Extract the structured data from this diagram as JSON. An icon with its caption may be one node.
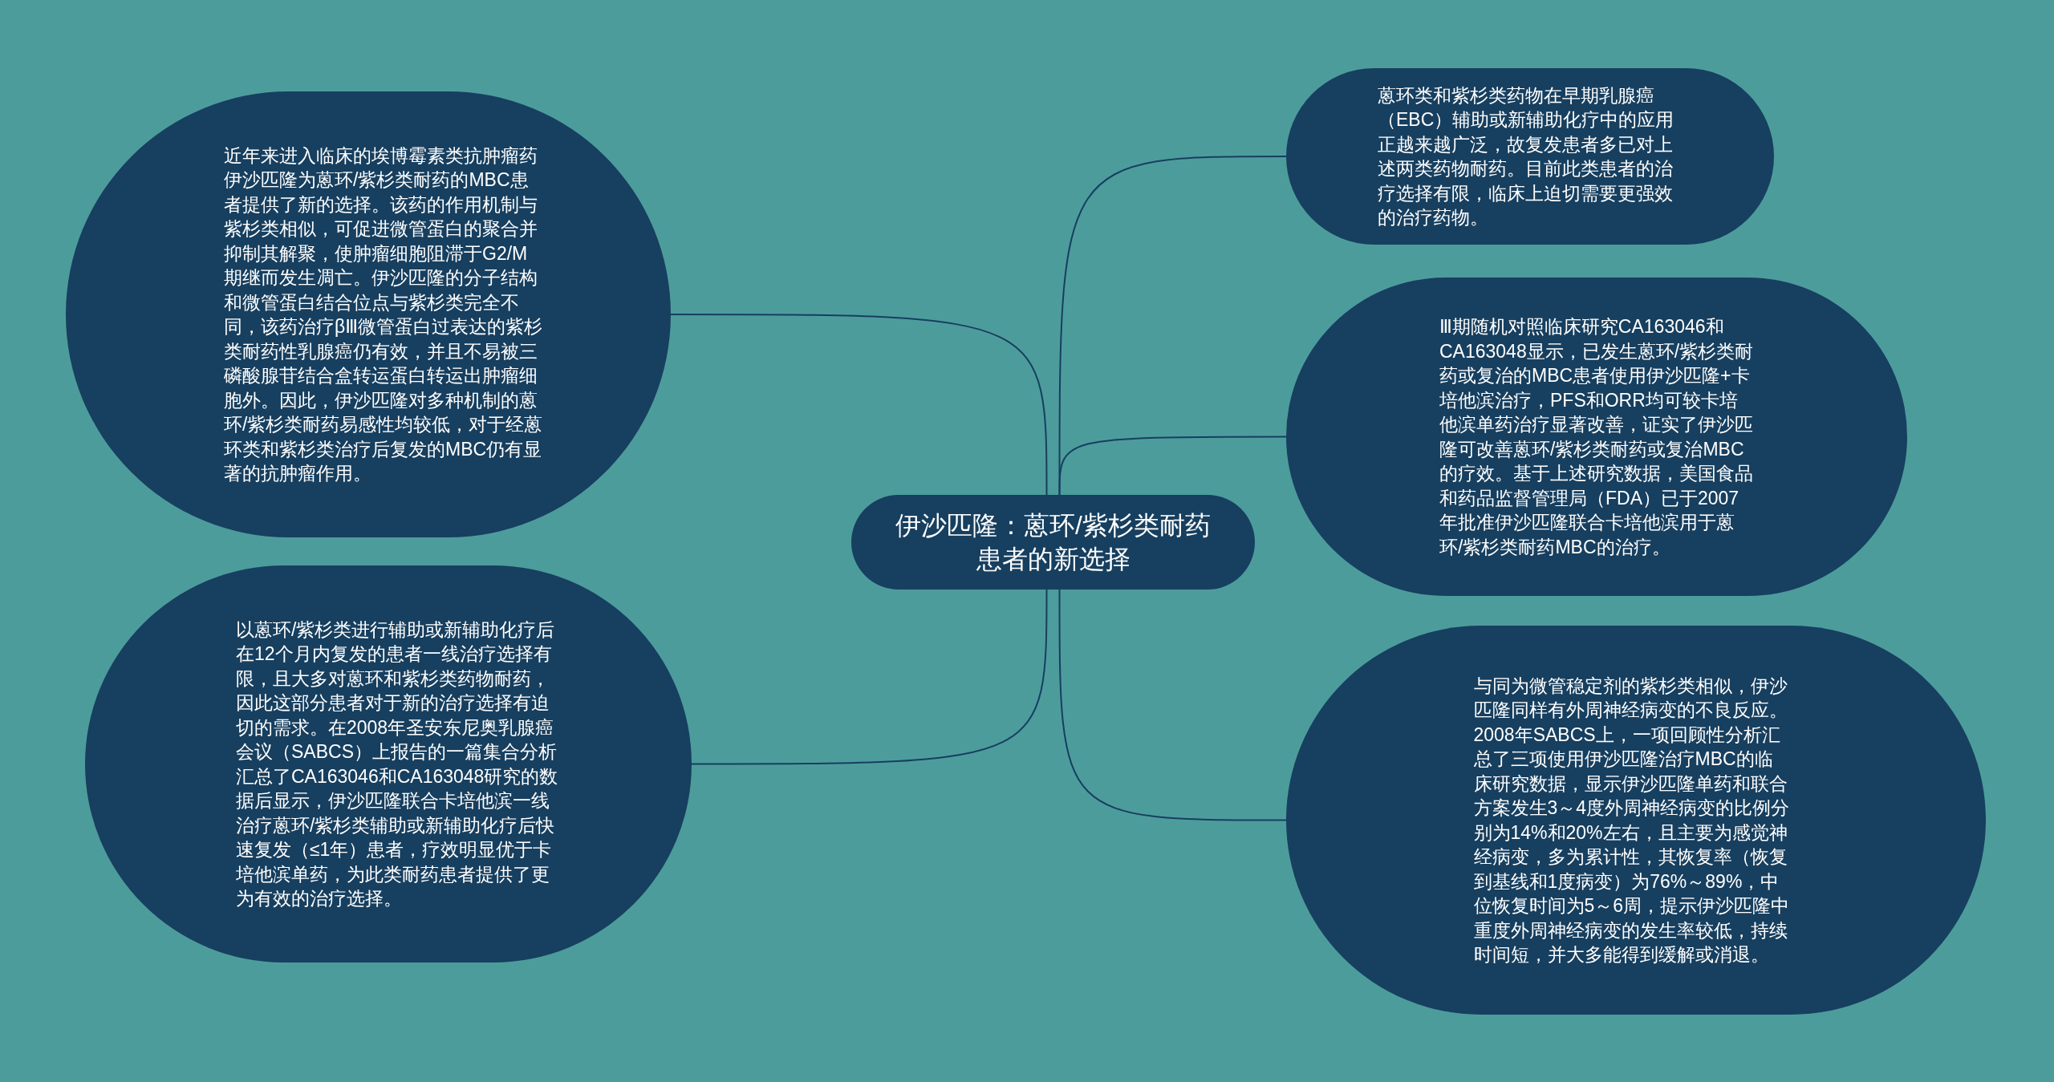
{
  "diagram": {
    "nodes": [
      {
        "text": [
          "伊沙匹隆：蒽环/紫杉类耐药患者的新选择"
        ]
      },
      {
        "text": [
          "近年来进入临床的埃博霉素类抗肿瘤药伊沙匹隆为蒽环/紫杉类耐药的MBC患者提供了新的选择。该药的作用机制与紫杉类相似，可促进微管蛋白的聚合并抑制其解聚，使肿瘤细胞阻滞于G2/M期继而发生凋亡。伊沙匹隆的分子结构和微管蛋白结合位点与紫杉类完全不同，该药治疗βⅢ微管蛋白过表达的紫杉类耐药性乳腺癌仍有效，并且不易被三磷酸腺苷结合盒转运蛋白转运出肿瘤细胞外。因此，伊沙匹隆对多种机制的蒽环/紫杉类耐药易感性均较低，对于经蒽环类和紫杉类治疗后复发的MBC仍有显著的抗肿瘤作用。"
        ]
      },
      {
        "text": [
          "以蒽环/紫杉类进行辅助或新辅助化疗后在12个月内复发的患者一线治疗选择有限，且大多对蒽环和紫杉类药物耐药，因此这部分患者对于新的治疗选择有迫切的需求。在2008年圣安东尼奥乳腺癌会议（SABCS）上报告的一篇集合分析汇总了CA163046和CA163048研究的数据后显示，伊沙匹隆联合卡培他滨一线治疗蒽环/紫杉类辅助或新辅助化疗后快速复发（≤1年）患者，疗效明显优于卡培他滨单药，为此类耐药患者提供了更为有效的治疗选择。"
        ]
      },
      {
        "text": [
          "蒽环类和紫杉类药物在早期乳腺癌（EBC）辅助或新辅助化疗中的应用正越来越广泛，故复发患者多已对上述两类药物耐药。目前此类患者的治疗选择有限，临床上迫切需要更强效的治疗药物。"
        ]
      },
      {
        "text": [
          "Ⅲ期随机对照临床研究CA163046和CA163048显示，已发生蒽环/紫杉类耐药或复治的MBC患者使用伊沙匹隆+卡培他滨治疗，PFS和ORR均可较卡培他滨单药治疗显著改善，证实了伊沙匹隆可改善蒽环/紫杉类耐药或复治MBC的疗效。基于上述研究数据，美国食品和药品监督管理局（FDA）已于2007年批准伊沙匹隆联合卡培他滨用于蒽环/紫杉类耐药MBC的治疗。"
        ]
      },
      {
        "text": [
          "与同为微管稳定剂的紫杉类相似，伊沙匹隆同样有外周神经病变的不良反应。2008年SABCS上，一项回顾性分析汇总了三项使用伊沙匹隆治疗MBC的临床研究数据，显示伊沙匹隆单药和联合方案发生3～4度外周神经病变的比例分别为14%和20%左右，且主要为感觉神经病变，多为累计性，其恢复率（恢复到基线和1度病变）为76%～89%，中位恢复时间为5～6周，提示伊沙匹隆中重度外周神经病变的发生率较低，持续时间短，并大多能得到缓解或消退。"
        ]
      }
    ],
    "edges": [
      {
        "from": 0,
        "to": 1,
        "arrow": "none"
      },
      {
        "from": 0,
        "to": 2,
        "arrow": "none"
      },
      {
        "from": 0,
        "to": 3,
        "arrow": "none"
      },
      {
        "from": 0,
        "to": 4,
        "arrow": "none"
      },
      {
        "from": 0,
        "to": 5,
        "arrow": "none"
      }
    ]
  }
}
